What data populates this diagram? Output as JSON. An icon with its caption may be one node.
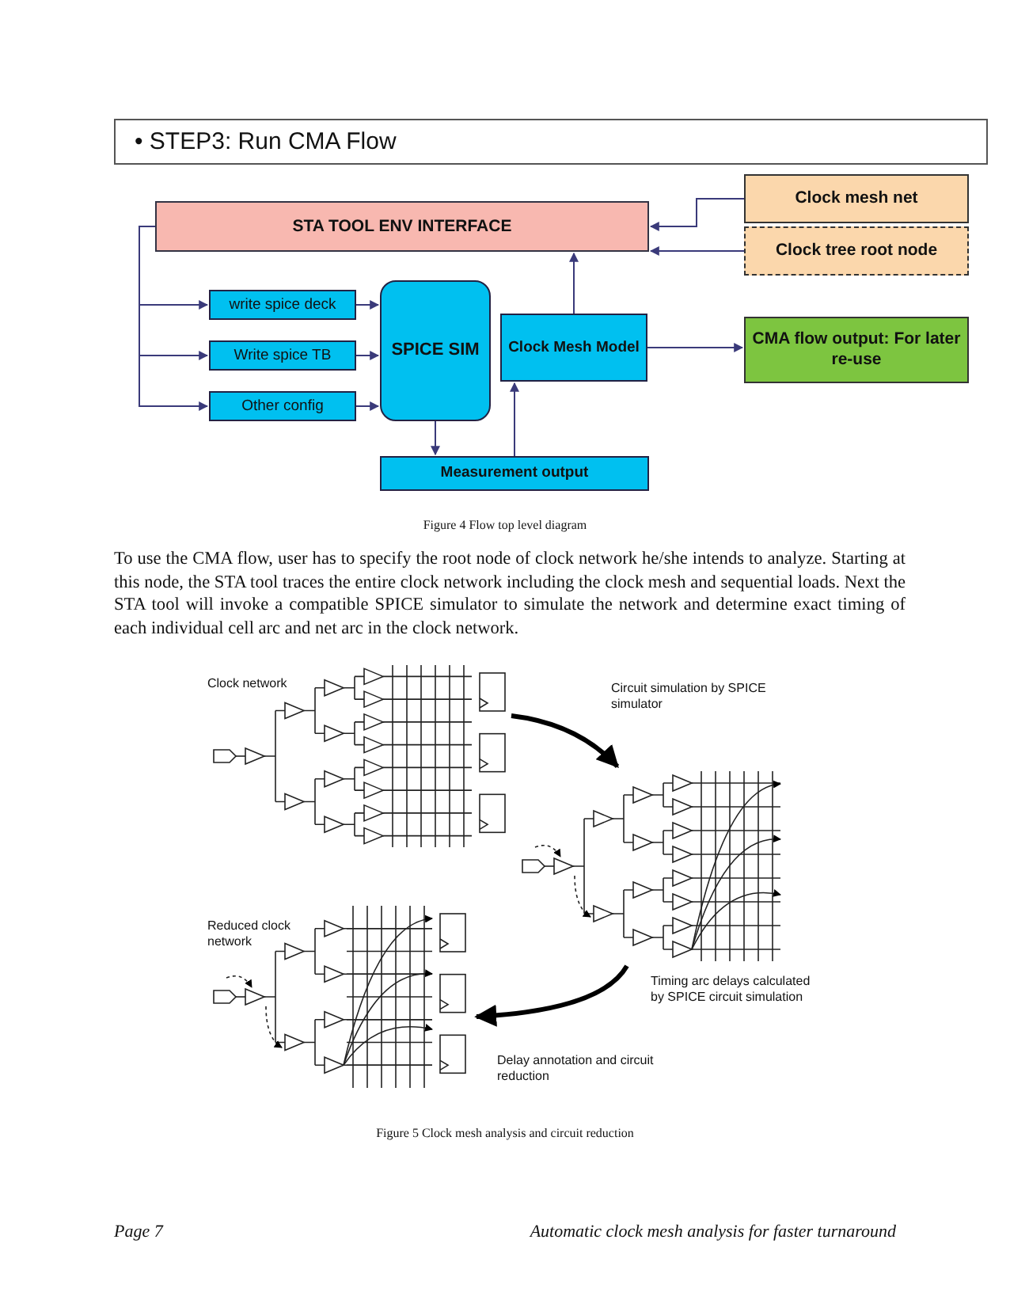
{
  "diagram": {
    "nodes": [
      {
        "text": [
          "• STEP3: Run CMA Flow"
        ]
      },
      {
        "text": [
          "STA TOOL ENV INTERFACE"
        ]
      },
      {
        "text": [
          "Clock mesh net"
        ]
      },
      {
        "text": [
          "Clock tree root node"
        ]
      },
      {
        "text": [
          "write spice deck"
        ]
      },
      {
        "text": [
          "Write spice TB"
        ]
      },
      {
        "text": [
          "Other config"
        ]
      },
      {
        "text": [
          "SPICE SIM"
        ]
      },
      {
        "text": [
          "Clock Mesh Model"
        ]
      },
      {
        "text": [
          "CMA flow output: For later re-use"
        ]
      },
      {
        "text": [
          "Measurement output"
        ]
      },
      {
        "text": [],
        "shape": "picture"
      },
      {
        "text": [],
        "shape": "picture"
      },
      {
        "text": [],
        "shape": "picture"
      }
    ],
    "edges": [
      {
        "from": 2,
        "to": 1,
        "arrow": "to"
      },
      {
        "from": 3,
        "to": 1,
        "arrow": "to"
      },
      {
        "from": 1,
        "to": 4,
        "arrow": "to"
      },
      {
        "from": 1,
        "to": 5,
        "arrow": "to"
      },
      {
        "from": 1,
        "to": 6,
        "arrow": "to"
      },
      {
        "from": 4,
        "to": 7,
        "arrow": "to"
      },
      {
        "from": 5,
        "to": 7,
        "arrow": "to"
      },
      {
        "from": 6,
        "to": 7,
        "arrow": "to"
      },
      {
        "from": 7,
        "to": 10,
        "arrow": "to"
      },
      {
        "from": 10,
        "to": 8,
        "arrow": "to"
      },
      {
        "from": 8,
        "to": 1,
        "arrow": "to"
      },
      {
        "from": 8,
        "to": 9,
        "arrow": "to"
      },
      {
        "from": 11,
        "to": 12,
        "arrow": "to",
        "style": "thick",
        "color": "#000000"
      },
      {
        "from": 12,
        "to": 13,
        "arrow": "to",
        "style": "thick",
        "color": "#000000"
      }
    ],
    "labels": [
      "Figure 4 Flow top level diagram",
      "To use the CMA flow, user has to specify the root node of clock network he/she intends to analyze. Starting at this node, the STA tool traces the entire clock network including the clock mesh and sequential loads. Next the STA tool will invoke a compatible SPICE simulator to simulate the network and determine exact timing of each individual cell arc and net arc in the clock network.",
      "Clock network",
      "Circuit simulation by SPICE simulator",
      "Reduced clock network",
      "Timing arc delays calculated by SPICE circuit simulation",
      "Delay annotation and circuit reduction",
      "Figure 5 Clock mesh analysis and circuit reduction",
      "Page 7",
      "Automatic clock mesh analysis for faster turnaround"
    ]
  }
}
